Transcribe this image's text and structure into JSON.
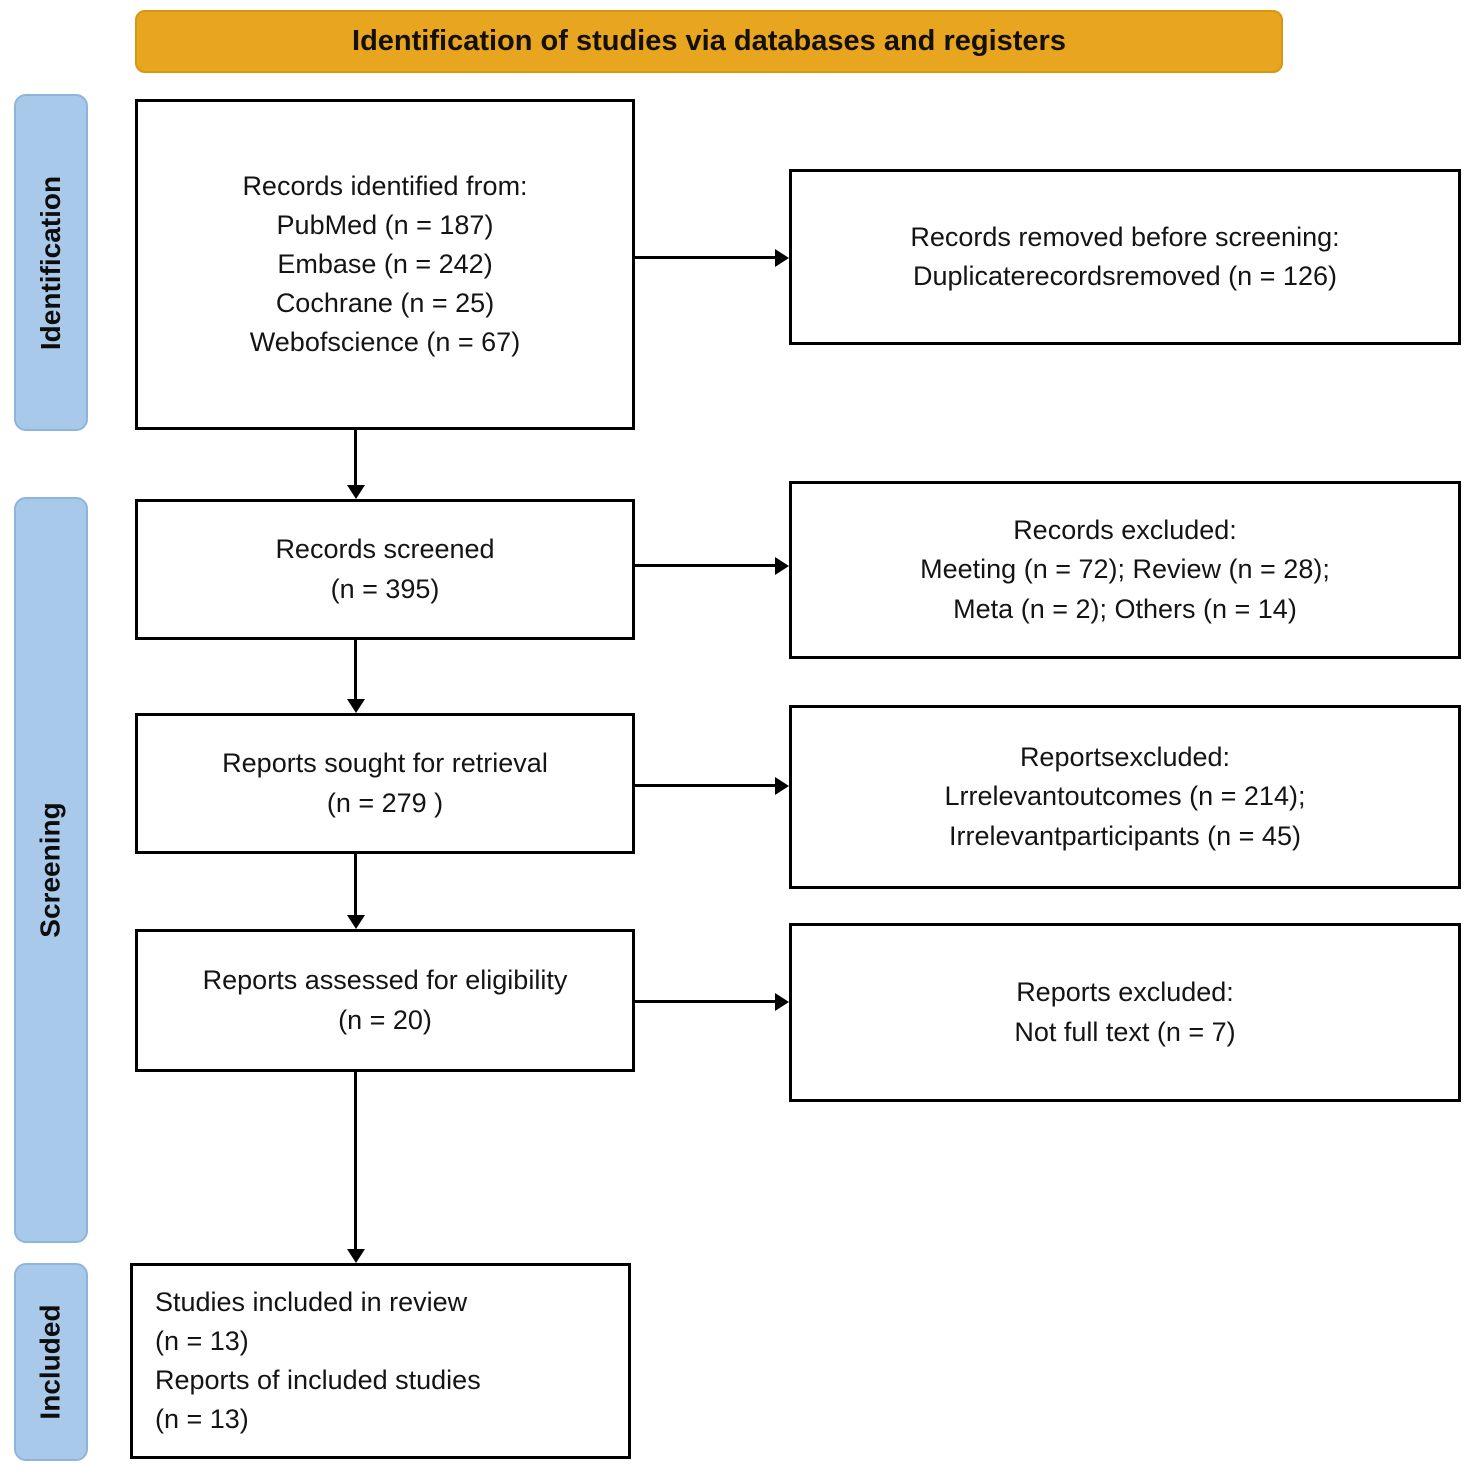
{
  "header": {
    "title": "Identification of studies via databases and registers"
  },
  "stages": {
    "identification": {
      "label": "Identification"
    },
    "screening": {
      "label": "Screening"
    },
    "included": {
      "label": "Included"
    }
  },
  "colors": {
    "banner_background": "#E8A51F",
    "stage_background": "#A9C9EA",
    "box_border": "#000000"
  },
  "flow": {
    "records_identified": {
      "lines": [
        "Records identified from:",
        "PubMed (n = 187)",
        "Embase (n = 242)",
        "Cochrane (n = 25)",
        "Webofscience (n = 67)"
      ]
    },
    "records_removed": {
      "lines": [
        "Records removed before screening:",
        "Duplicaterecordsremoved (n = 126)"
      ]
    },
    "records_screened": {
      "lines": [
        "Records screened",
        "(n = 395)"
      ]
    },
    "records_excluded": {
      "lines": [
        "Records excluded:",
        "Meeting (n = 72); Review (n = 28);",
        "Meta (n = 2); Others (n = 14)"
      ]
    },
    "reports_sought": {
      "lines": [
        "Reports sought for retrieval",
        "(n = 279 )"
      ]
    },
    "reports_excluded_retrieval": {
      "lines": [
        "Reportsexcluded:",
        "Lrrelevantoutcomes (n = 214);",
        "Irrelevantparticipants (n = 45)"
      ]
    },
    "reports_assessed": {
      "lines": [
        "Reports assessed for eligibility",
        "(n = 20)"
      ]
    },
    "reports_excluded_eligibility": {
      "lines": [
        "Reports excluded:",
        "Not full text (n = 7)"
      ]
    },
    "studies_included": {
      "lines": [
        "Studies included in review",
        "(n = 13)",
        "Reports of included studies",
        "(n = 13)"
      ]
    }
  }
}
